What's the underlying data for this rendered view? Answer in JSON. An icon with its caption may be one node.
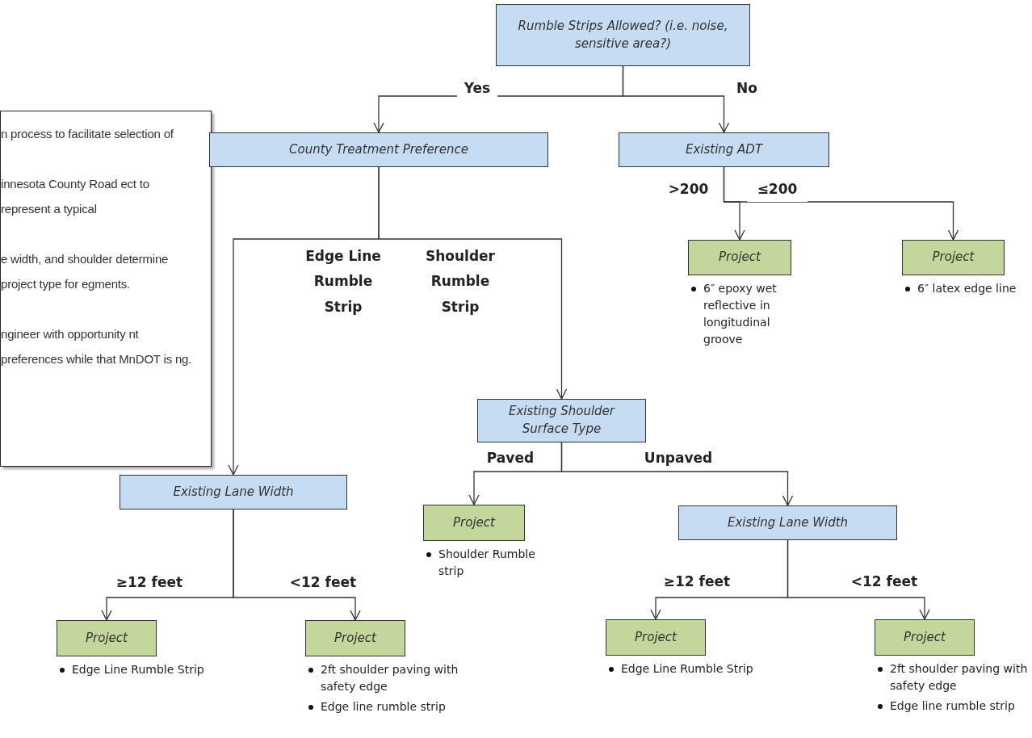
{
  "diagram": {
    "nodes": [
      {
        "text": [
          "n process to facilitate selection of",
          "innesota County Road ect to represent a typical",
          "e width, and shoulder determine project type for egments.",
          "ngineer with opportunity nt preferences while that MnDOT is ng."
        ]
      },
      {
        "text": [
          "Rumble Strips Allowed? (i.e. noise, sensitive area?)"
        ]
      },
      {
        "text": [
          "County Treatment Preference"
        ]
      },
      {
        "text": [
          "Existing ADT"
        ]
      },
      {
        "text": [
          "Project"
        ],
        "beside": [
          "6″ epoxy wet reflective in longitudinal groove"
        ]
      },
      {
        "text": [
          "Project"
        ],
        "beside": [
          "6″ latex edge line"
        ]
      },
      {
        "text": [
          "Existing Shoulder Surface Type"
        ]
      },
      {
        "text": [
          "Existing Lane Width"
        ]
      },
      {
        "text": [
          "Project"
        ],
        "beside": [
          "Shoulder Rumble strip"
        ]
      },
      {
        "text": [
          "Existing Lane Width"
        ]
      },
      {
        "text": [
          "Project"
        ],
        "beside": [
          "Edge Line Rumble Strip"
        ]
      },
      {
        "text": [
          "Project"
        ],
        "beside": [
          "2ft shoulder paving with safety edge",
          "Edge line rumble strip"
        ]
      },
      {
        "text": [
          "Project"
        ],
        "beside": [
          "Edge Line Rumble Strip"
        ]
      },
      {
        "text": [
          "Project"
        ],
        "beside": [
          "2ft shoulder paving with safety edge",
          "Edge line rumble strip"
        ]
      }
    ],
    "edges": [
      {
        "from": 1,
        "to": 2,
        "arrow": "to",
        "label": "Yes"
      },
      {
        "from": 1,
        "to": 3,
        "arrow": "to",
        "label": "No"
      },
      {
        "from": 2,
        "to": 7,
        "arrow": "to",
        "label": "Edge Line Rumble Strip"
      },
      {
        "from": 2,
        "to": 6,
        "arrow": "to",
        "label": "Shoulder Rumble Strip"
      },
      {
        "from": 3,
        "to": 4,
        "arrow": "to",
        "label": ">200"
      },
      {
        "from": 3,
        "to": 5,
        "arrow": "to",
        "label": "≤200"
      },
      {
        "from": 6,
        "to": 8,
        "arrow": "to",
        "label": "Paved"
      },
      {
        "from": 6,
        "to": 9,
        "arrow": "to",
        "label": "Unpaved"
      },
      {
        "from": 7,
        "to": 10,
        "arrow": "to",
        "label": "≥12 feet"
      },
      {
        "from": 7,
        "to": 11,
        "arrow": "to",
        "label": "<12 feet"
      },
      {
        "from": 9,
        "to": 12,
        "arrow": "to",
        "label": "≥12 feet"
      },
      {
        "from": 9,
        "to": 13,
        "arrow": "to",
        "label": "<12 feet"
      }
    ]
  }
}
